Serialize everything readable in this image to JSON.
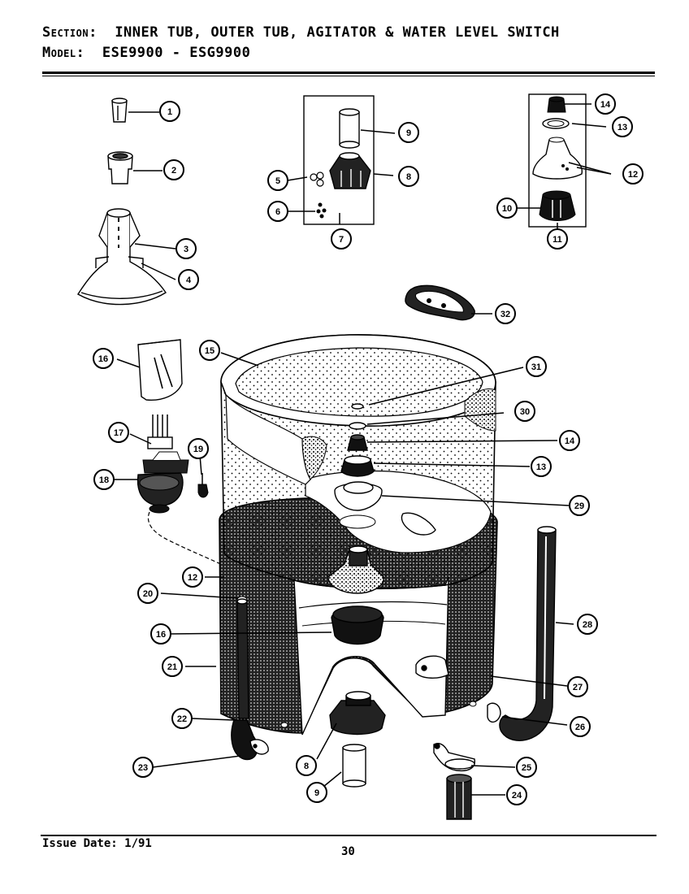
{
  "header": {
    "section_label": "Section:",
    "section_value": "INNER TUB, OUTER TUB, AGITATOR & WATER LEVEL SWITCH",
    "model_label": "Model:",
    "model_value": "ESE9900 - ESG9900"
  },
  "footer": {
    "issue_date": "Issue Date: 1/91",
    "page_number": "30"
  },
  "callouts": [
    "1",
    "2",
    "3",
    "4",
    "5",
    "6",
    "7",
    "8",
    "9",
    "10",
    "11",
    "12",
    "13",
    "14",
    "15",
    "16",
    "17",
    "18",
    "19",
    "20",
    "21",
    "22",
    "23",
    "24",
    "25",
    "26",
    "27",
    "28",
    "29",
    "30",
    "31",
    "32",
    "12",
    "13",
    "14",
    "16",
    "8",
    "9"
  ]
}
